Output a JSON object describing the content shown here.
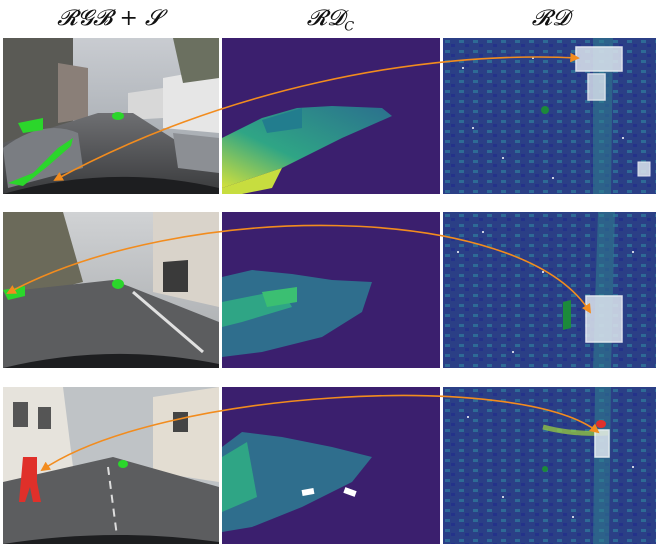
{
  "headers": {
    "col1": "𝓡𝓖𝓑 + 𝓢",
    "col2_main": "𝓡𝓓",
    "col2_sub": "C",
    "col3": "𝓡𝓓"
  },
  "colors": {
    "arrow": "#f28c1e",
    "segmentation": "#2bd62b",
    "range_doppler_bg": "#2b3f86",
    "depth_bg": "#3b1f6e",
    "box": "#dde5ee",
    "pedestrian": "#e0302a"
  },
  "rows": [
    {
      "id": "row-1",
      "content": "car-left-in-rgb-matched-to-box-in-range-doppler"
    },
    {
      "id": "row-2",
      "content": "car-left-in-rgb-matched-to-box-in-range-doppler"
    },
    {
      "id": "row-3",
      "content": "pedestrian-in-rgb-matched-to-box-in-range-doppler"
    }
  ]
}
